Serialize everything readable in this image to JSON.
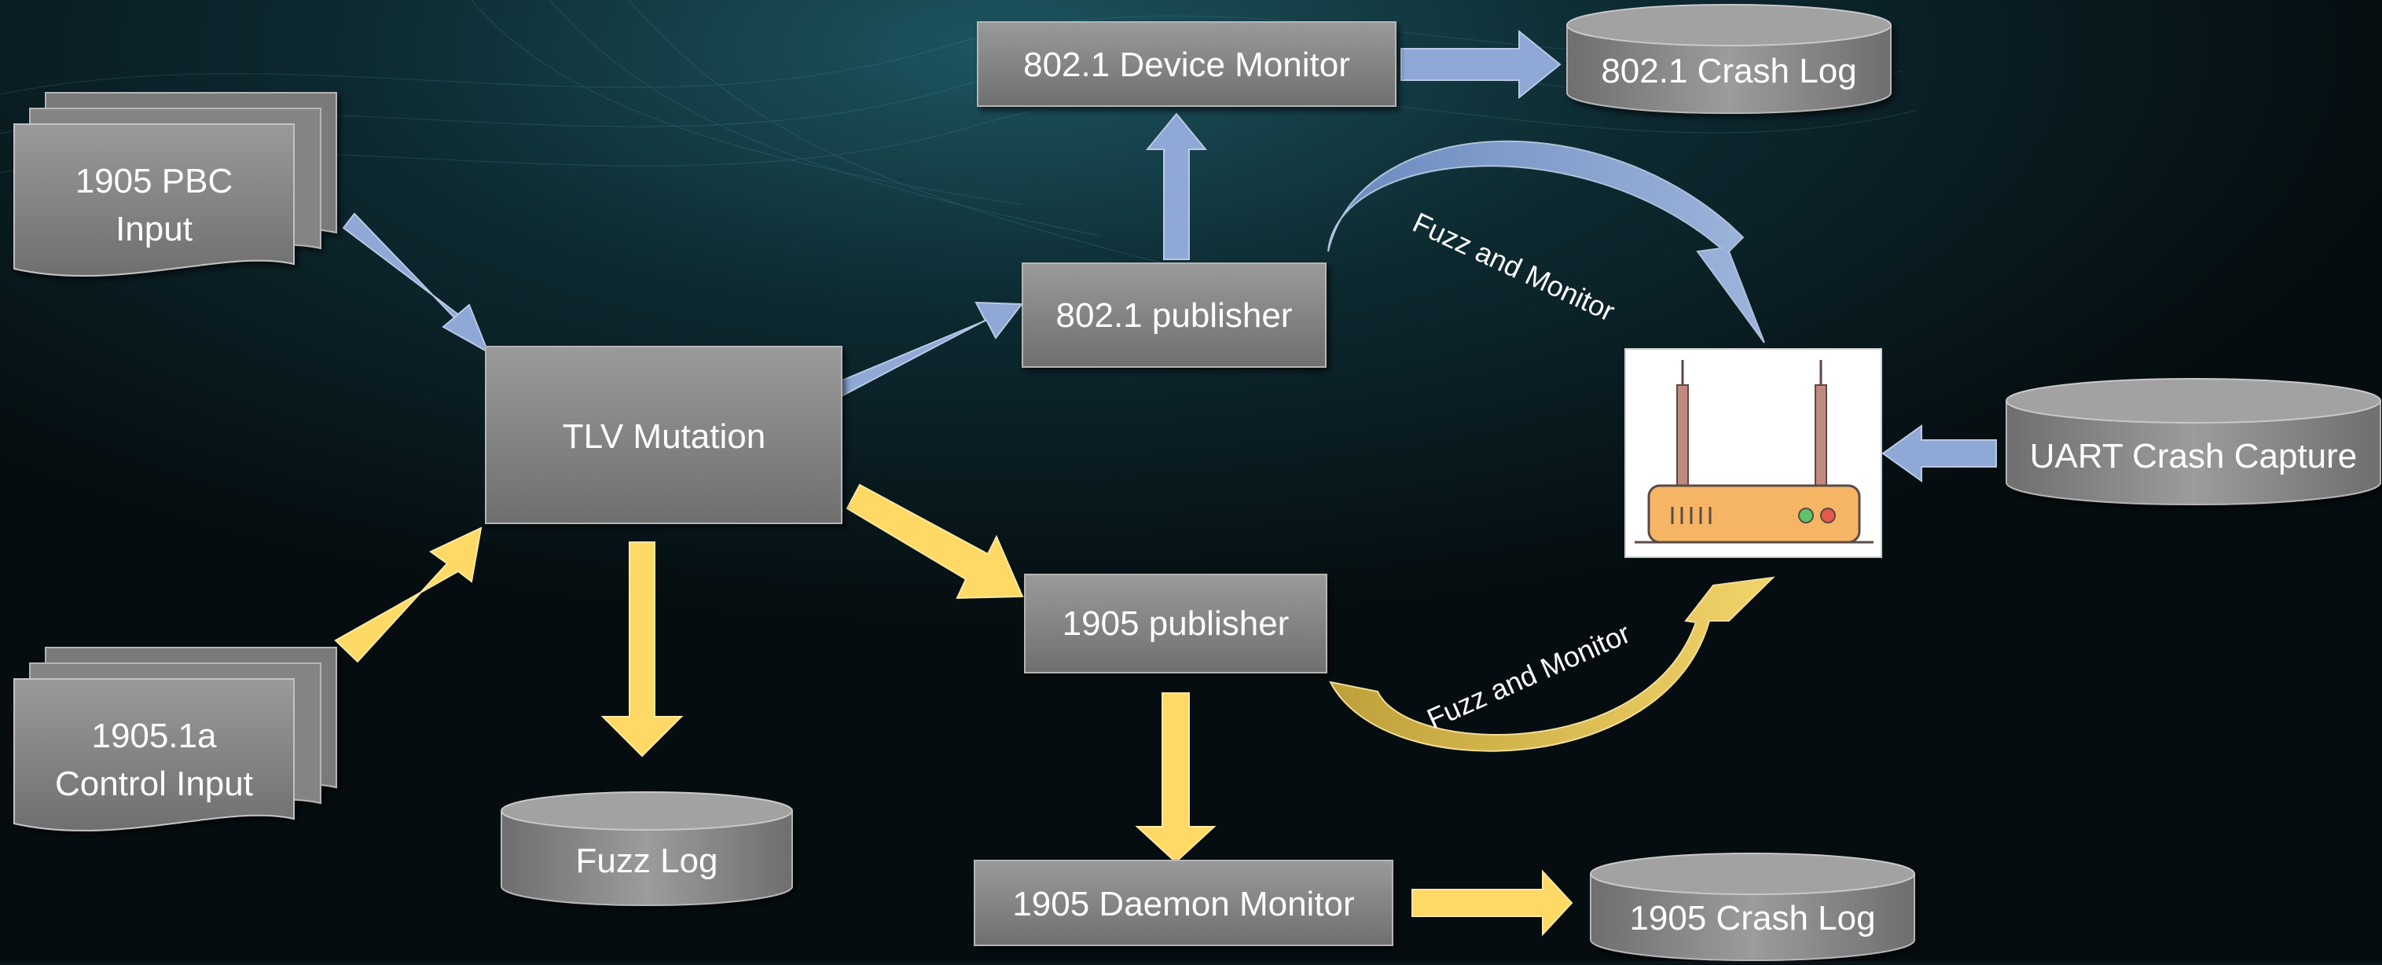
{
  "diagram": {
    "inputs": {
      "pbc": {
        "line1": "1905 PBC",
        "line2": "Input"
      },
      "control": {
        "line1": "1905.1a",
        "line2": "Control Input"
      }
    },
    "processes": {
      "tlv_mutation": "TLV Mutation",
      "publisher_8021": "802.1 publisher",
      "publisher_1905": "1905 publisher",
      "device_monitor_8021": "802.1 Device Monitor",
      "daemon_monitor_1905": "1905 Daemon Monitor"
    },
    "stores": {
      "crash_log_8021": "802.1 Crash Log",
      "fuzz_log": "Fuzz Log",
      "crash_log_1905": "1905 Crash Log",
      "uart_crash_capture": "UART Crash Capture"
    },
    "curved_labels": {
      "top": "Fuzz and Monitor",
      "bottom": "Fuzz and Monitor"
    },
    "device": {
      "icon": "router-icon"
    },
    "colors": {
      "blue_arrow": "#8FA8D6",
      "yellow_arrow": "#FFD966",
      "box_fill": "#7F7F7F",
      "text": "#FFFFFF",
      "background": "#071419"
    }
  }
}
